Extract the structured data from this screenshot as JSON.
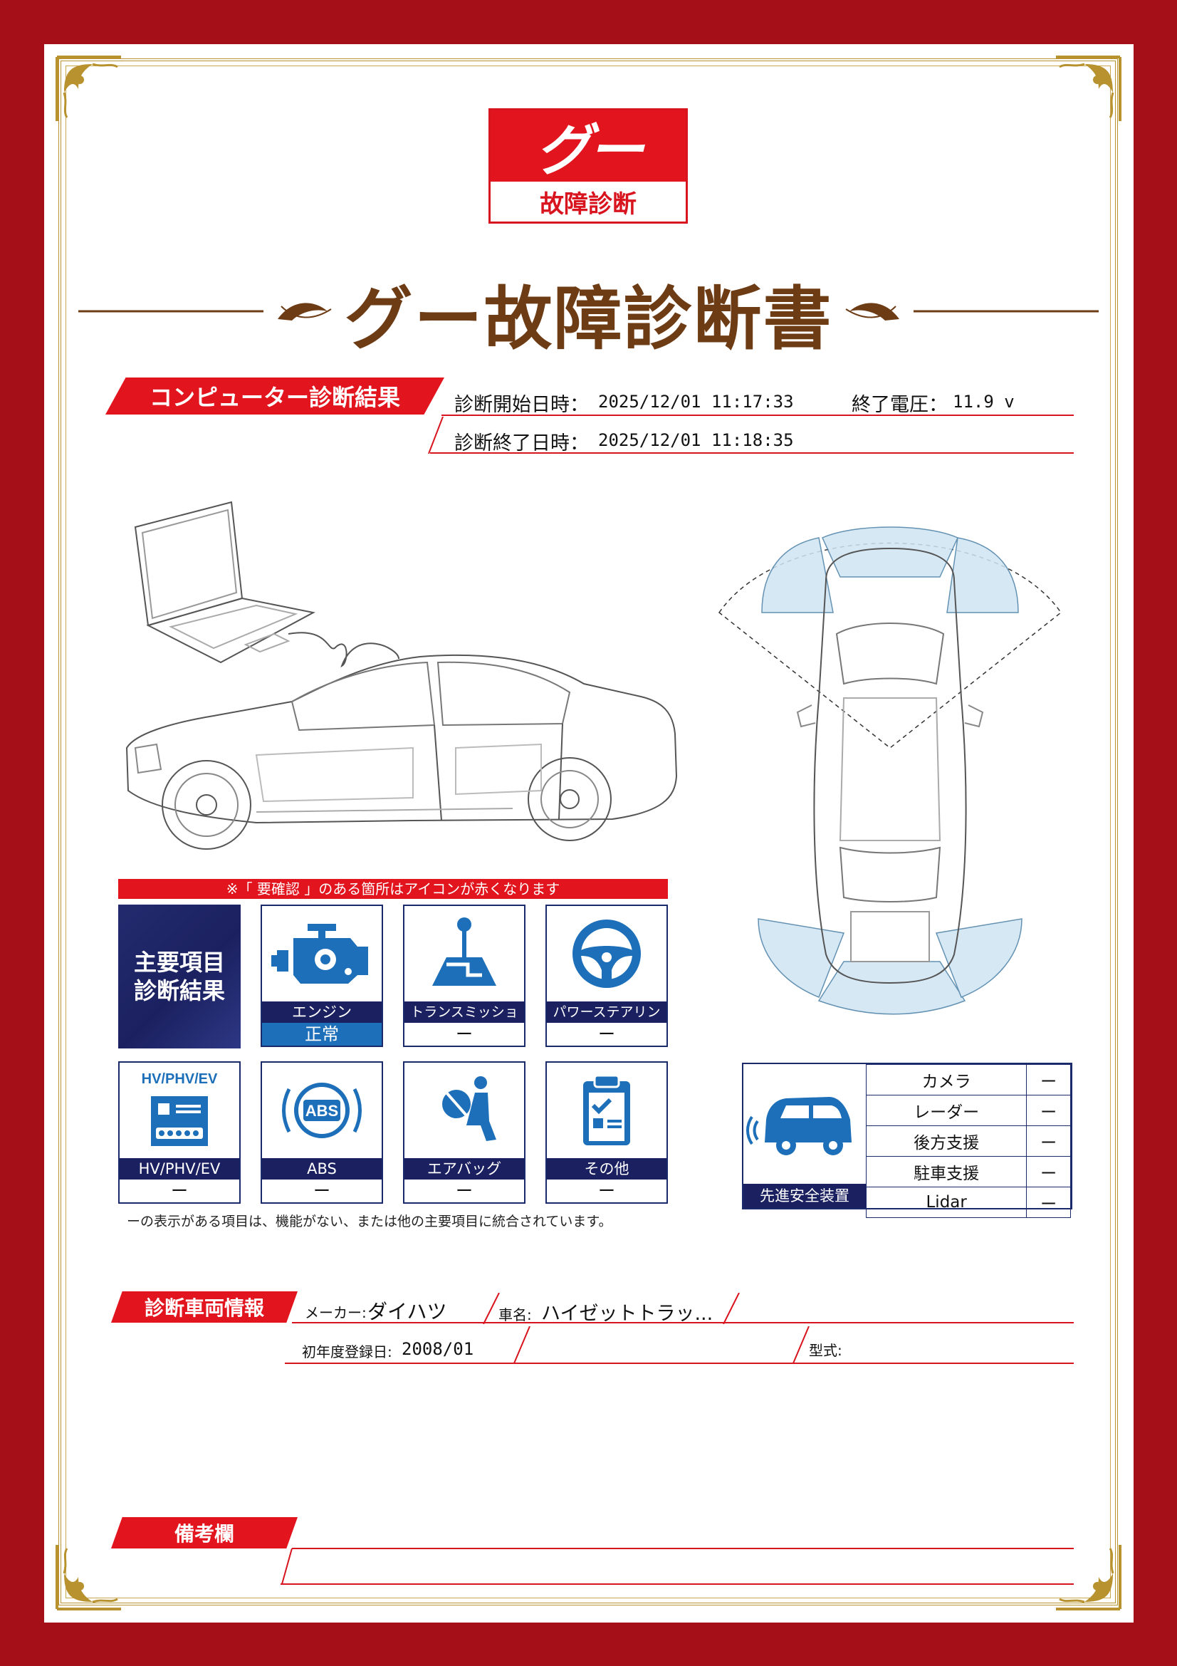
{
  "logo": {
    "brand": "グー",
    "subtitle": "故障診断"
  },
  "title": "グー故障診断書",
  "computer_section": {
    "tab": "コンピューター診断結果",
    "start_label": "診断開始日時：",
    "start_value": "2025/12/01 11:17:33",
    "end_voltage_label": "終了電圧：",
    "end_voltage_value": "11.9 v",
    "end_label": "診断終了日時：",
    "end_value": "2025/12/01 11:18:35"
  },
  "notice": "※「 要確認 」のある箇所はアイコンが赤くなります",
  "main_tile": {
    "line1": "主要項目",
    "line2": "診断結果"
  },
  "items": [
    {
      "label": "エンジン",
      "result": "正常",
      "icon": "engine-icon"
    },
    {
      "label": "トランスミッション",
      "result": "ー",
      "icon": "gear-shift-icon"
    },
    {
      "label": "パワーステアリング",
      "result": "ー",
      "icon": "steering-wheel-icon"
    },
    {
      "label": "HV/PHV/EV",
      "result": "ー",
      "icon": "battery-icon",
      "icon_text": "HV/PHV/EV"
    },
    {
      "label": "ABS",
      "result": "ー",
      "icon": "abs-icon",
      "icon_text": "ABS"
    },
    {
      "label": "エアバッグ",
      "result": "ー",
      "icon": "airbag-icon"
    },
    {
      "label": "その他",
      "result": "ー",
      "icon": "clipboard-icon"
    }
  ],
  "adas": {
    "label": "先進安全装置",
    "rows": [
      {
        "name": "カメラ",
        "value": "ー"
      },
      {
        "name": "レーダー",
        "value": "ー"
      },
      {
        "name": "後方支援",
        "value": "ー"
      },
      {
        "name": "駐車支援",
        "value": "ー"
      },
      {
        "name": "Lidar",
        "value": "ー"
      }
    ]
  },
  "footnote": "ーの表示がある項目は、機能がない、または他の主要項目に統合されています。",
  "vehicle_section": {
    "tab": "診断車両情報",
    "maker_label": "メーカー:",
    "maker_value": "ダイハツ",
    "name_label": "車名:",
    "name_value": "ハイゼットトラッ...",
    "reg_label": "初年度登録日:",
    "reg_value": "2008/01",
    "model_label": "型式:",
    "model_value": ""
  },
  "remarks_section": {
    "tab": "備考欄"
  },
  "colors": {
    "frame_red": "#a50f17",
    "accent_red": "#e2141d",
    "navy": "#1b2160",
    "ok_blue": "#1c6fb8",
    "gold": "#b8922f",
    "title_brown": "#6e3c14"
  }
}
